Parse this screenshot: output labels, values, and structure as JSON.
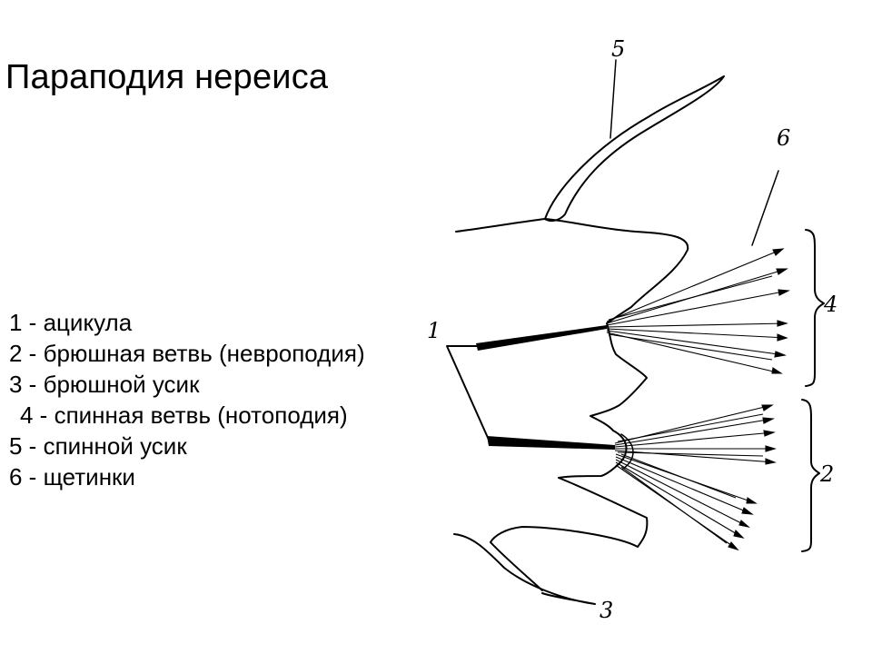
{
  "title": "Параподия нереиса",
  "legend": [
    "1 - ацикула",
    "2 - брюшная ветвь (невроподия)",
    "3 - брюшной усик",
    "4 - спинная ветвь (нотоподия)",
    "5 - спинной усик",
    "6 - щетинки"
  ],
  "diagram_labels": {
    "acicula": "1",
    "ventral_branch": "2",
    "ventral_cirrus": "3",
    "dorsal_branch": "4",
    "dorsal_cirrus": "5",
    "setae": "6"
  }
}
